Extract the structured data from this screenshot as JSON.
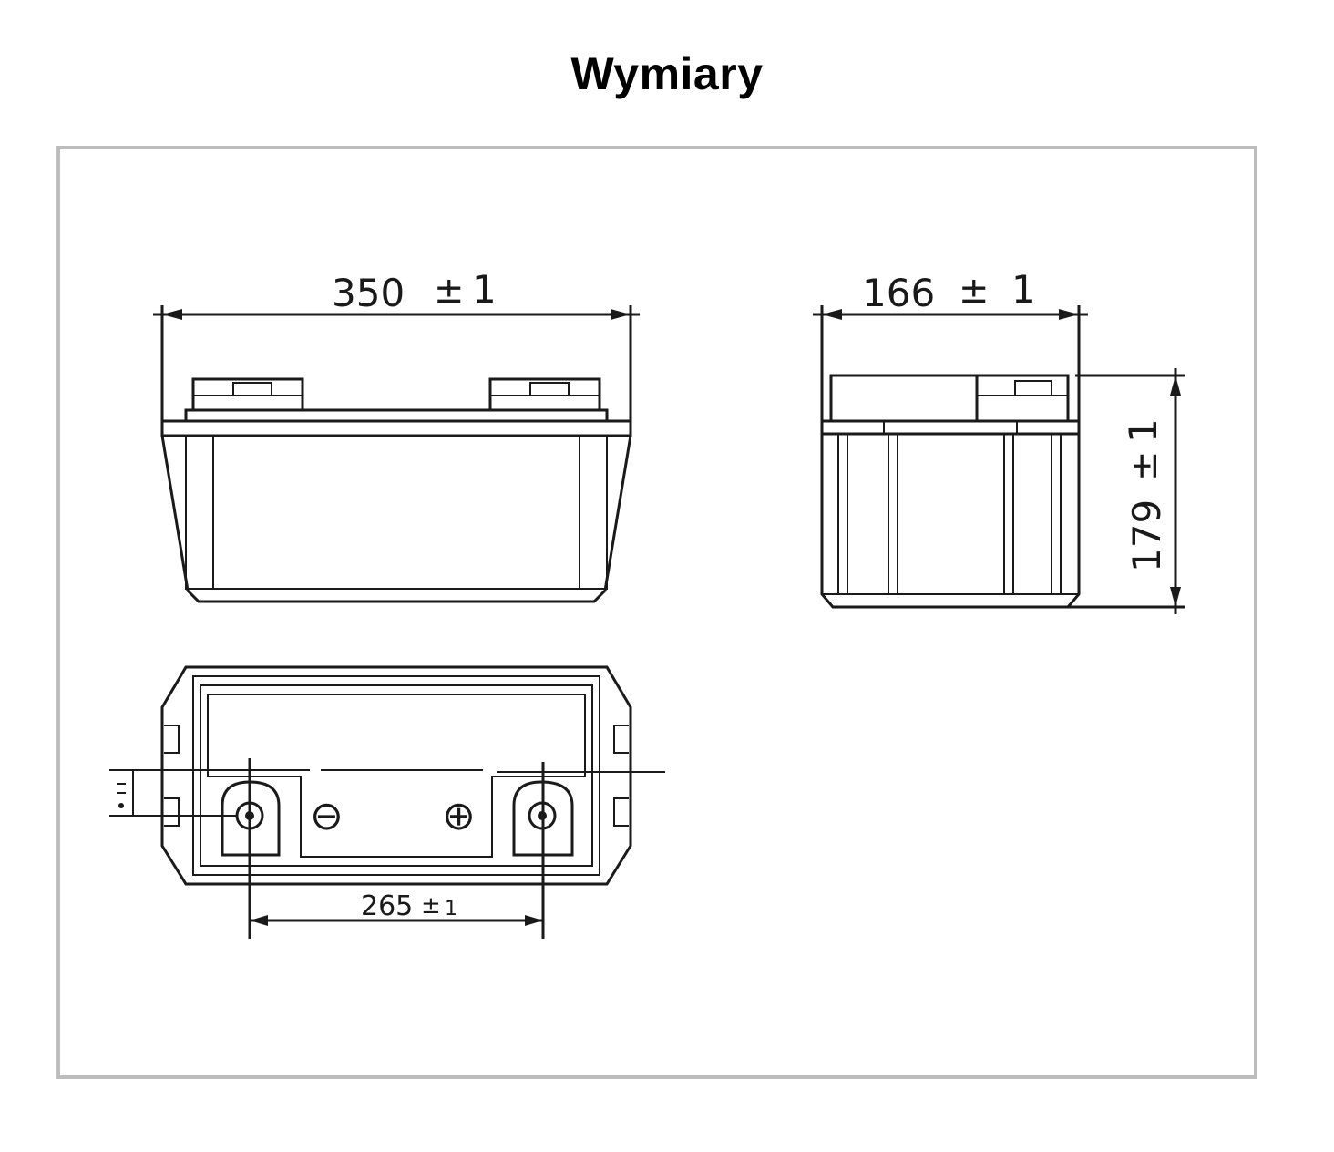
{
  "title": "Wymiary",
  "dimensions": {
    "length": {
      "value": "350",
      "tolerance_sign": "±",
      "tolerance": "1"
    },
    "width": {
      "value": "166",
      "tolerance_sign": "±",
      "tolerance": "1"
    },
    "height": {
      "value": "179",
      "tolerance_sign": "±",
      "tolerance": "1"
    },
    "terminal_spacing": {
      "value": "265",
      "tolerance_sign": "±",
      "tolerance": "1"
    }
  },
  "terminals": {
    "negative_symbol": "⊖",
    "positive_symbol": "⊕"
  },
  "colors": {
    "line": "#1a1a1a",
    "frame_border": "#bdbdbd",
    "background": "#ffffff"
  }
}
